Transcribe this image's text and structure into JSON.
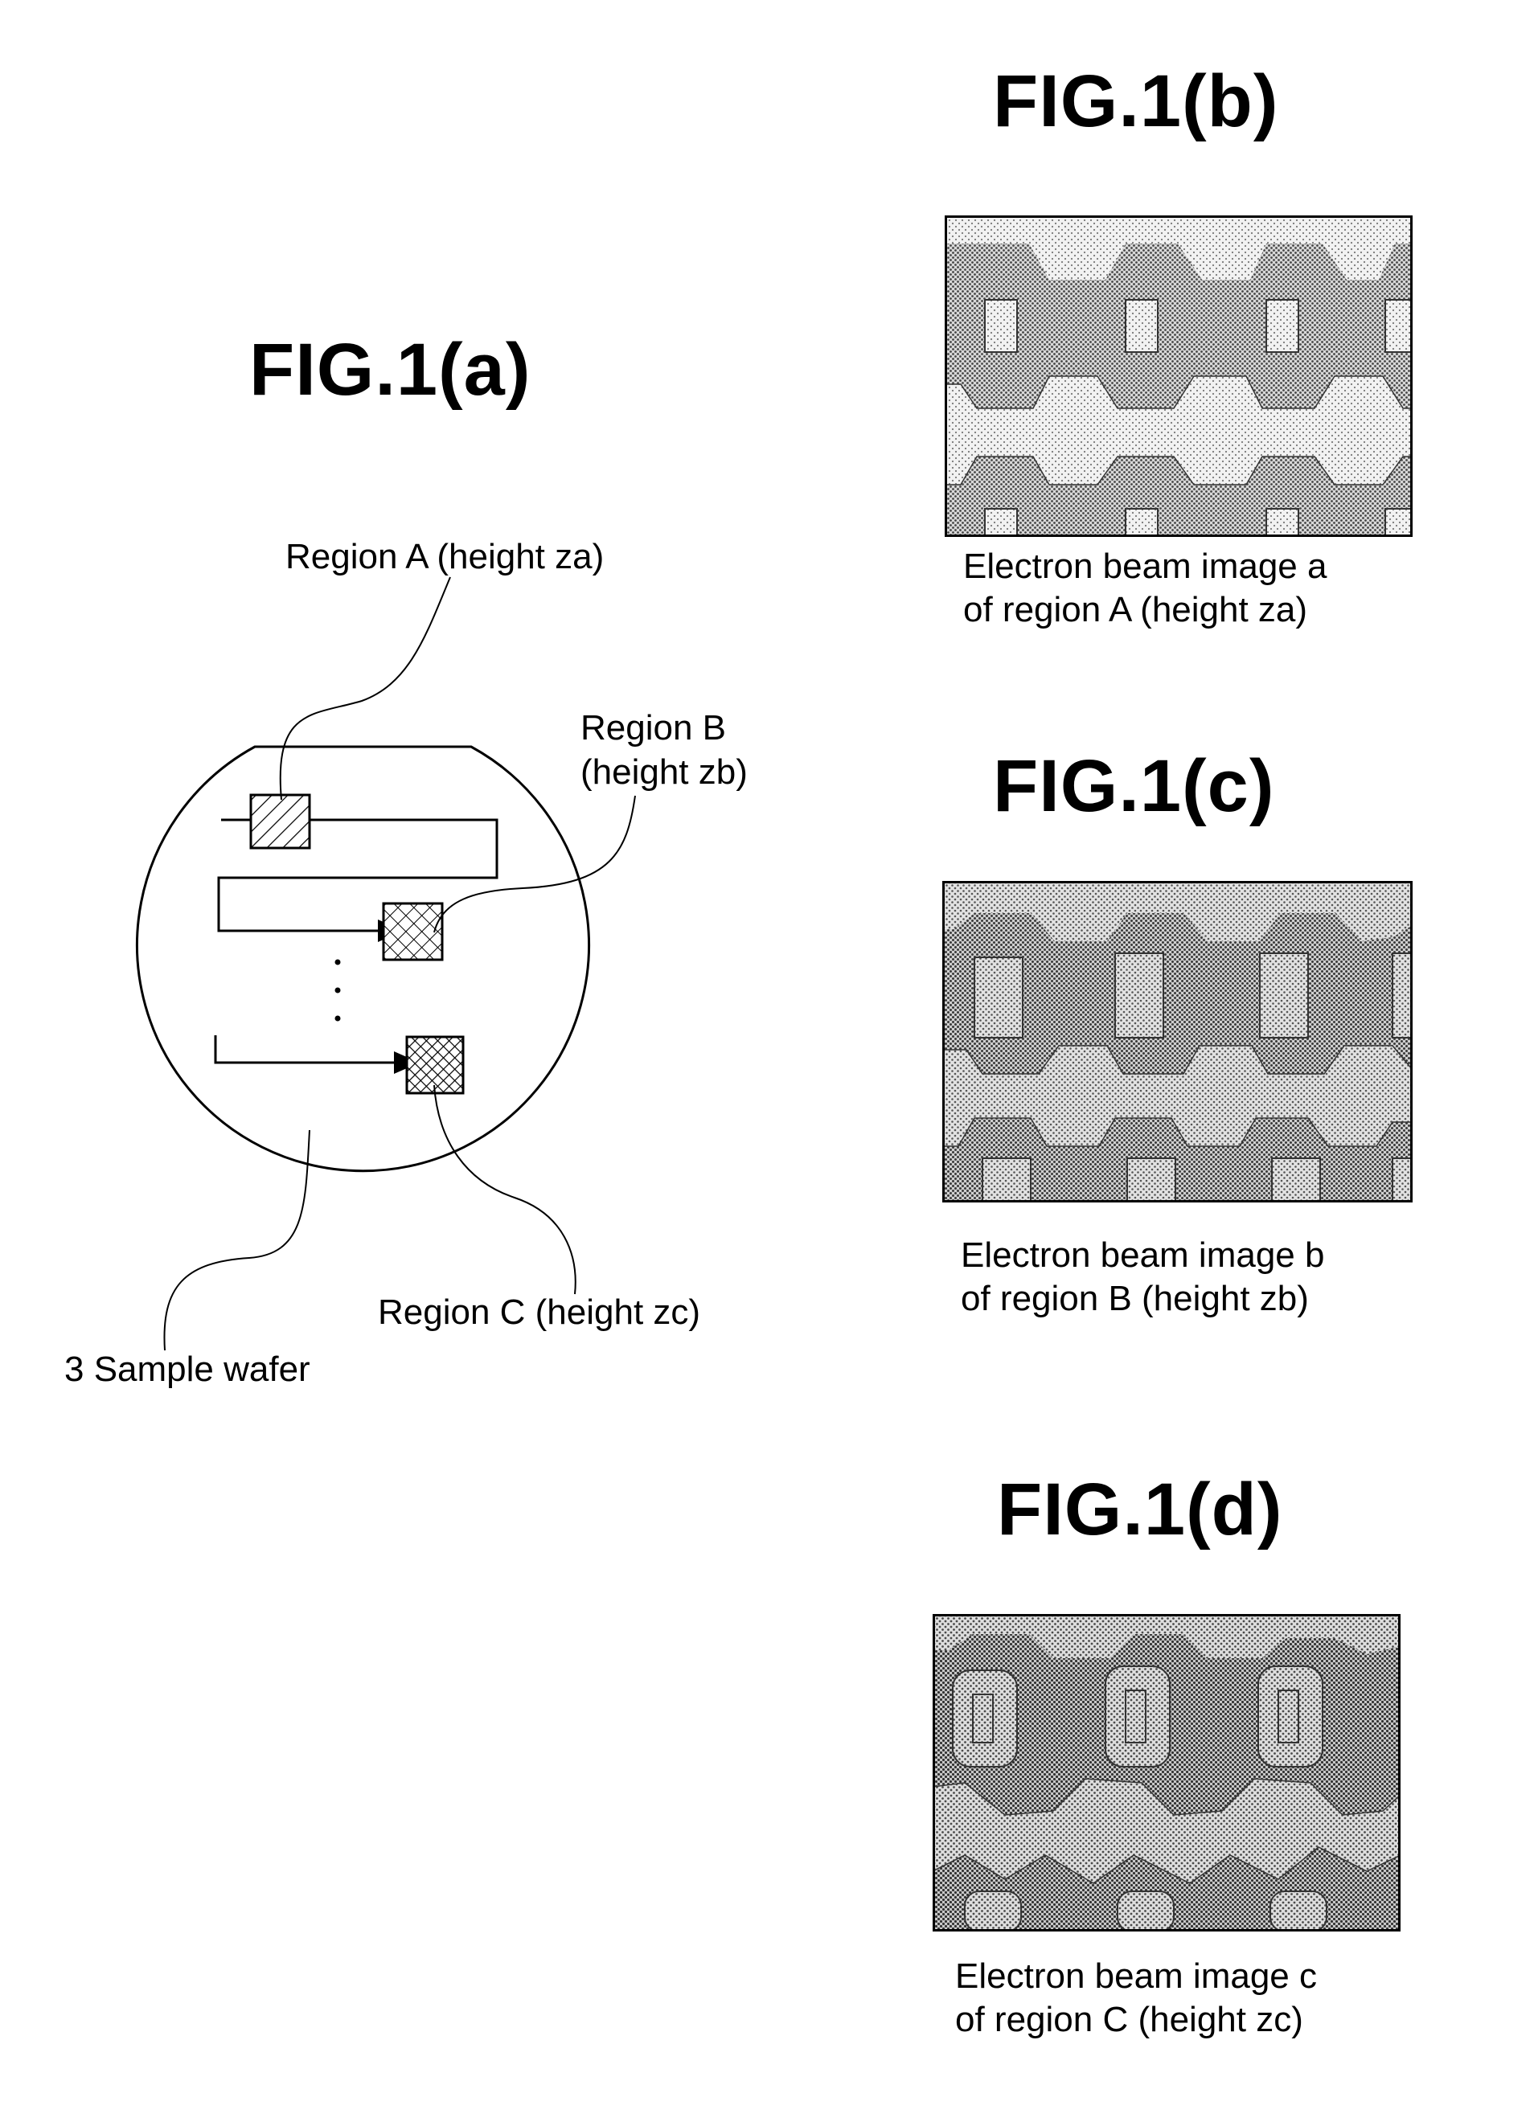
{
  "figures": {
    "fig_a": {
      "title": "FIG.1(a)"
    },
    "fig_b": {
      "title": "FIG.1(b)",
      "caption_line1": "Electron beam image a",
      "caption_line2": "of region A (height za)"
    },
    "fig_c": {
      "title": "FIG.1(c)",
      "caption_line1": "Electron beam image b",
      "caption_line2": "of region B (height zb)"
    },
    "fig_d": {
      "title": "FIG.1(d)",
      "caption_line1": "Electron beam image c",
      "caption_line2": "of region C (height zc)"
    }
  },
  "wafer": {
    "label": "3 Sample wafer",
    "region_a": "Region A (height za)",
    "region_b_line1": "Region B",
    "region_b_line2": "(height zb)",
    "region_c": "Region C (height zc)",
    "ellipsis": "⋮"
  }
}
